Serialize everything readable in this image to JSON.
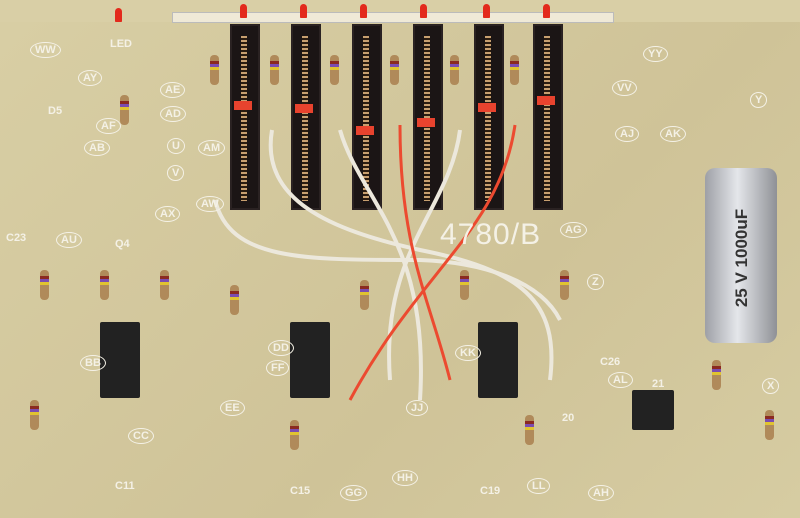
{
  "board": {
    "part_number": "4780/B",
    "led_label": "LED",
    "capacitor": {
      "voltage": "25 V",
      "capacitance": "1000uF"
    },
    "pad_labels": [
      "WW",
      "AE",
      "AD",
      "AF",
      "AB",
      "U",
      "V",
      "AX",
      "AY",
      "AW",
      "AM",
      "AU",
      "AG",
      "Z",
      "AJ",
      "AK",
      "YY",
      "VV",
      "Y",
      "X",
      "BB",
      "CC",
      "DD",
      "EE",
      "FF",
      "GG",
      "HH",
      "JJ",
      "KK",
      "LL",
      "AL",
      "AH"
    ],
    "ref_labels": [
      "C11",
      "C15",
      "C19",
      "C23",
      "C26",
      "D5",
      "Q4",
      "20",
      "21"
    ]
  }
}
